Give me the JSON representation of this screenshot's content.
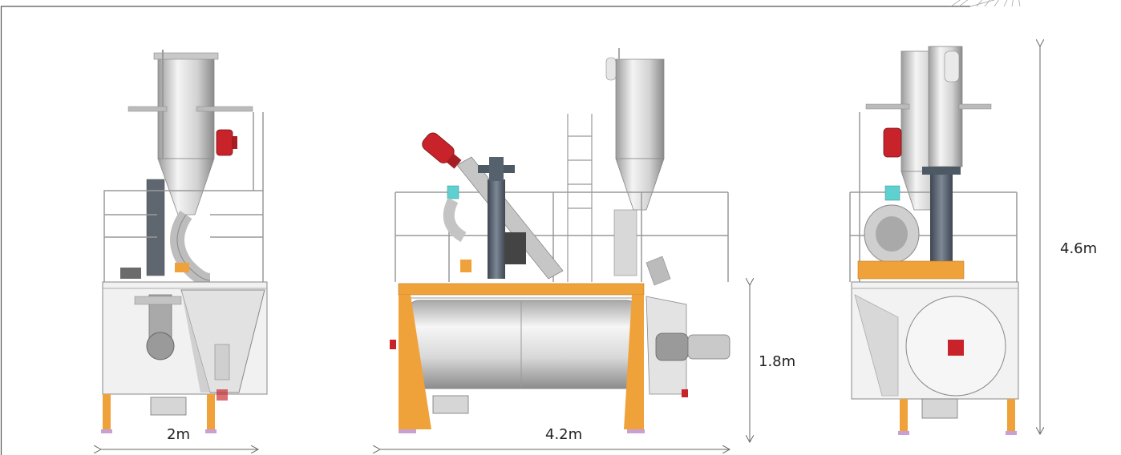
{
  "dimensions": {
    "front_width": "2m",
    "side_width": "4.2m",
    "side_height": "1.8m",
    "total_height": "4.6m"
  },
  "colors": {
    "frame_orange": "#f0a23a",
    "motor_red": "#c8232a",
    "steel_light": "#e8e8e8",
    "steel_mid": "#b9b9b9",
    "steel_dark": "#6f6f6f",
    "pipe_dark": "#4e5966",
    "teal": "#5ed0cf",
    "line": "#555555"
  }
}
